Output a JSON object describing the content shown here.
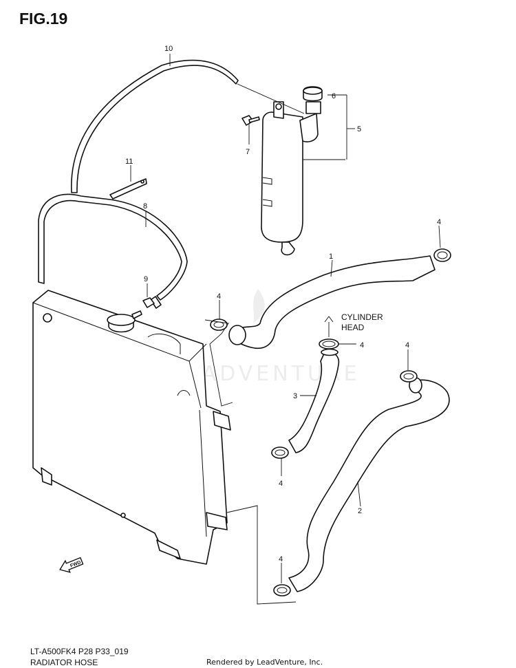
{
  "figure": {
    "title": "FIG.19",
    "model_code": "LT-A500FK4 P28 P33_019",
    "section_name": "RADIATOR HOSE",
    "render_credit": "Rendered by LeadVenture, Inc.",
    "watermark": "LEADVENTURE",
    "direction_arrow": "FWD",
    "cylinder_head_label": [
      "CYLINDER",
      "HEAD"
    ]
  },
  "callouts": {
    "c1": "1",
    "c2": "2",
    "c3": "3",
    "c4": "4",
    "c5": "5",
    "c6": "6",
    "c7": "7",
    "c8": "8",
    "c9": "9",
    "c10": "10",
    "c11": "11"
  }
}
